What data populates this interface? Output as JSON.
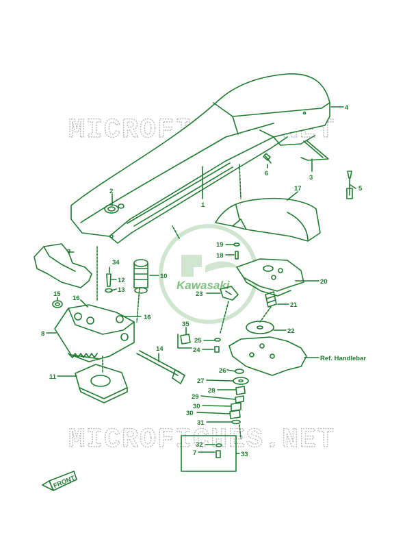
{
  "watermark": {
    "text": "MICROFICHES.NET"
  },
  "brand": {
    "text": "Kawasaki"
  },
  "front_badge": {
    "text": "FRONT"
  },
  "parts": [
    {
      "id": "p1",
      "label": "1"
    },
    {
      "id": "p2",
      "label": "2"
    },
    {
      "id": "p3",
      "label": "3"
    },
    {
      "id": "p4",
      "label": "4"
    },
    {
      "id": "p5",
      "label": "5"
    },
    {
      "id": "p6",
      "label": "6"
    },
    {
      "id": "p7",
      "label": "7"
    },
    {
      "id": "p8",
      "label": "8"
    },
    {
      "id": "p9",
      "label": "9"
    },
    {
      "id": "p10",
      "label": "10"
    },
    {
      "id": "p11",
      "label": "11"
    },
    {
      "id": "p12",
      "label": "12"
    },
    {
      "id": "p13",
      "label": "13"
    },
    {
      "id": "p14",
      "label": "14"
    },
    {
      "id": "p15",
      "label": "15"
    },
    {
      "id": "p16a",
      "label": "16"
    },
    {
      "id": "p16b",
      "label": "16"
    },
    {
      "id": "p17",
      "label": "17"
    },
    {
      "id": "p18",
      "label": "18"
    },
    {
      "id": "p19",
      "label": "19"
    },
    {
      "id": "p20",
      "label": "20"
    },
    {
      "id": "p21",
      "label": "21"
    },
    {
      "id": "p22",
      "label": "22"
    },
    {
      "id": "p23",
      "label": "23"
    },
    {
      "id": "p24",
      "label": "24"
    },
    {
      "id": "p25",
      "label": "25"
    },
    {
      "id": "p26",
      "label": "26"
    },
    {
      "id": "p27",
      "label": "27"
    },
    {
      "id": "p28",
      "label": "28"
    },
    {
      "id": "p29",
      "label": "29"
    },
    {
      "id": "p30a",
      "label": "30"
    },
    {
      "id": "p30b",
      "label": "30"
    },
    {
      "id": "p31",
      "label": "31"
    },
    {
      "id": "p32",
      "label": "32"
    },
    {
      "id": "p33",
      "label": "33"
    },
    {
      "id": "p34",
      "label": "34"
    },
    {
      "id": "p35",
      "label": "35"
    },
    {
      "id": "ref",
      "label": "Ref. Handlebar"
    }
  ],
  "colors": {
    "line": "#1e7a2e",
    "watermark": "#b8b8b8",
    "logo_fill": "#cfe5cf"
  }
}
